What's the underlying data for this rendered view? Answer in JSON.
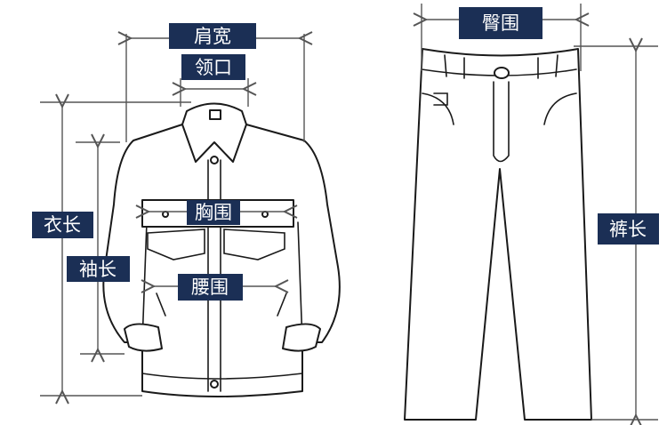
{
  "label_color": "#1b2f55",
  "jacket": {
    "shoulder_width": "肩宽",
    "collar": "领口",
    "length": "衣长",
    "sleeve_length": "袖长",
    "chest": "胸围",
    "waist": "腰围"
  },
  "pants": {
    "hip": "臀围",
    "length": "裤长"
  }
}
